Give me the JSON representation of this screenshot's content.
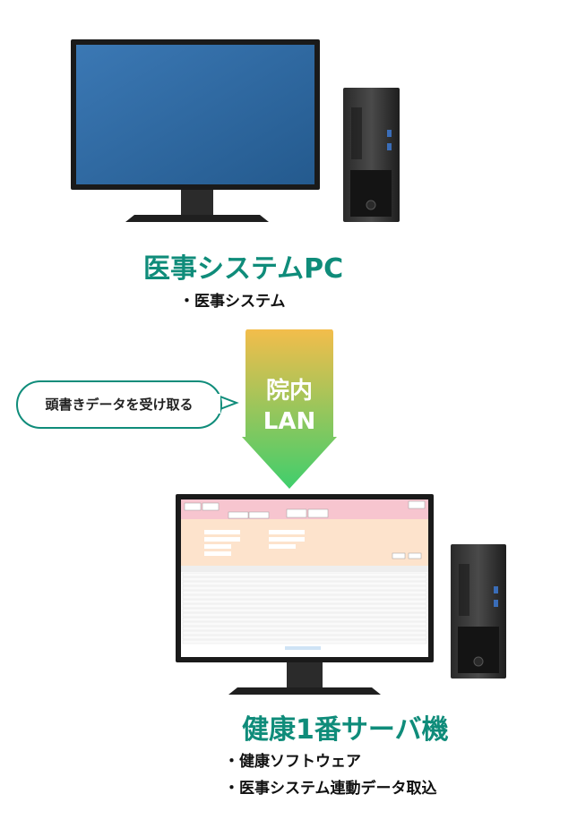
{
  "top_node": {
    "title": "医事システムPC",
    "bullets": [
      "医事システム"
    ]
  },
  "arrow": {
    "line1": "院内",
    "line2": "LAN"
  },
  "speech_bubble": {
    "text": "頭書きデータを受け取る"
  },
  "bottom_node": {
    "title": "健康1番サーバ機",
    "bullets": [
      "健康ソフトウェア",
      "医事システム連動データ取込"
    ]
  },
  "colors": {
    "accent": "#0f8c7a",
    "arrow_top": "#f3bd4b",
    "arrow_bottom": "#3fce6c",
    "screen_blue": "#2f6aa3"
  }
}
